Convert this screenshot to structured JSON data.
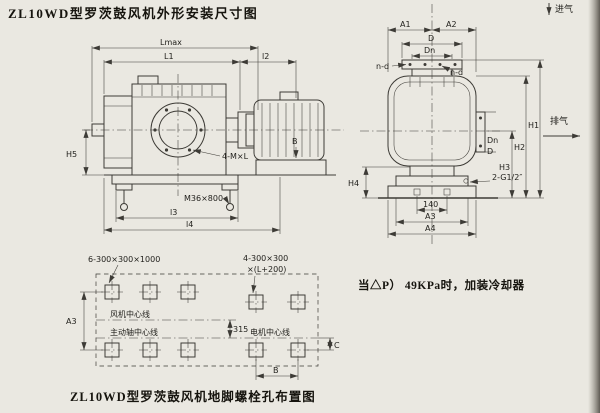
{
  "colors": {
    "paper": "#eae8e1",
    "ink": "#3d3b36"
  },
  "title_main": "ZL10WD型罗茨鼓风机外形安装尺寸图",
  "title_foundation": "ZL10WD型罗茨鼓风机地脚螺栓孔布置图",
  "note_cooler": "当△P） 49KPa时，加装冷却器",
  "side_view": {
    "dim_lmax": "Lmax",
    "dim_l1": "L1",
    "dim_l2": "l2",
    "dim_l3": "l3",
    "dim_l4": "l4",
    "dim_h5": "H5",
    "dim_b": "B",
    "label_flange_bolts": "4-M×L",
    "label_anchor_bolt": "M36×800"
  },
  "end_view": {
    "label_inlet": "进气",
    "label_outlet": "排气",
    "dim_a1": "A1",
    "dim_a2": "A2",
    "dim_a3": "A3",
    "dim_a4": "A4",
    "dim_d_top": "D",
    "dim_dn_top": "Dn",
    "dim_dn_side": "Dn",
    "dim_d_side": "D",
    "dim_h1": "H1",
    "dim_h2": "H2",
    "dim_h3": "H3",
    "dim_h4": "H4",
    "dim_140": "140",
    "label_nd_left": "n-d",
    "label_nd_right": "n-d",
    "label_drain": "2-G1/2″"
  },
  "foundation": {
    "label_left_bolts": "6-300×300×1000",
    "label_right_bolts_line1": "4-300×300",
    "label_right_bolts_line2": "×(L+200)",
    "label_fan_centerline": "风机中心线",
    "label_shaft_centerline": "主动轴中心线",
    "label_motor_centerline": "电机中心线",
    "dim_315": "315",
    "dim_a3": "A3",
    "dim_b": "B",
    "dim_c": "C"
  }
}
